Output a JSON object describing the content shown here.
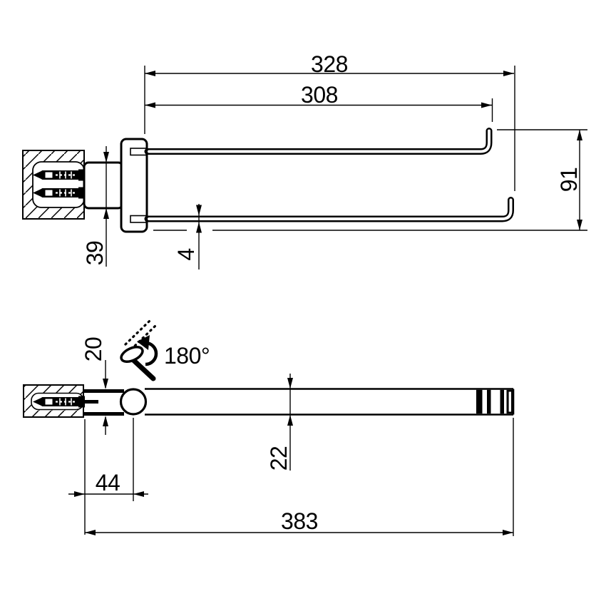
{
  "colors": {
    "ink": "#000000",
    "background": "#ffffff"
  },
  "top_view": {
    "dims": {
      "overall_reach": "328",
      "inner_arm_reach": "308",
      "arms_vertical_span": "91",
      "rosette_height": "39",
      "arm_thickness": "4"
    }
  },
  "bottom_view": {
    "dims": {
      "arm_neck_width": "20",
      "bar_width": "22",
      "pivot_offset": "44",
      "overall_length": "383"
    },
    "swivel_angle": "180°"
  }
}
